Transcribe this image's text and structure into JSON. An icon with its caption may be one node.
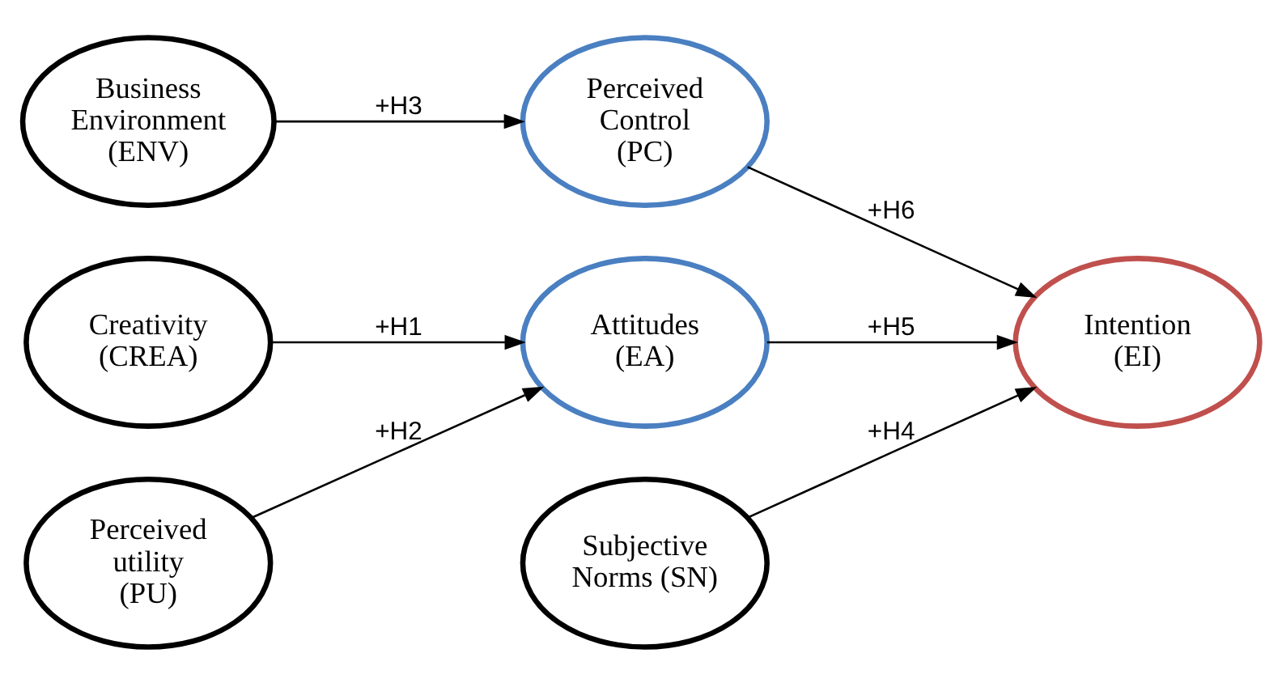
{
  "diagram": {
    "nodes": [
      {
        "text": [
          "Creativity (CREA)"
        ]
      },
      {
        "text": [
          "Perceived utility (PU)"
        ]
      },
      {
        "text": [
          "Business Environment (ENV)"
        ]
      },
      {
        "text": [
          "Attitudes (EA)"
        ]
      },
      {
        "text": [
          "Perceived Control (PC)"
        ]
      },
      {
        "text": [
          "Subjective Norms (SN)"
        ]
      },
      {
        "text": [
          "Intention (EI)"
        ]
      }
    ],
    "edges": [
      {
        "from": 0,
        "to": 3,
        "arrow": "to",
        "label": "+H1"
      },
      {
        "from": 1,
        "to": 3,
        "arrow": "to",
        "label": "+H2"
      },
      {
        "from": 2,
        "to": 4,
        "arrow": "to",
        "label": "+H3"
      },
      {
        "from": 5,
        "to": 6,
        "arrow": "to",
        "label": "+H4"
      },
      {
        "from": 3,
        "to": 6,
        "arrow": "to",
        "label": "+H5"
      },
      {
        "from": 4,
        "to": 6,
        "arrow": "to",
        "label": "+H6"
      }
    ]
  }
}
